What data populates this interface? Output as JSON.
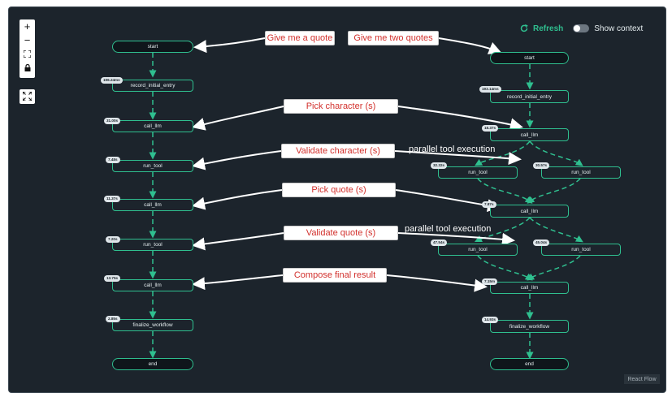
{
  "controls": {
    "zoom_in": "+",
    "zoom_out": "−",
    "fit_view": "fit-view-icon",
    "lock": "lock-icon",
    "fullscreen": "fullscreen-icon"
  },
  "header": {
    "refresh_label": "Refresh",
    "show_context_label": "Show context",
    "show_context_on": false
  },
  "attribution": "React Flow",
  "colors": {
    "accent": "#2fbf8f",
    "background": "#1c242c",
    "callout_text": "#d2302c"
  },
  "left_flow": [
    {
      "label": "start"
    },
    {
      "label": "record_initial_entry",
      "duration": "196.24ms"
    },
    {
      "label": "call_llm",
      "duration": "31.00s"
    },
    {
      "label": "run_tool",
      "duration": "7.48s"
    },
    {
      "label": "call_llm",
      "duration": "11.37s"
    },
    {
      "label": "run_tool",
      "duration": "7.20s"
    },
    {
      "label": "call_llm",
      "duration": "13.75s"
    },
    {
      "label": "finalize_workflow",
      "duration": "2.85s"
    },
    {
      "label": "end"
    }
  ],
  "right_flow": [
    {
      "label": "start"
    },
    {
      "label": "record_initial_entry",
      "duration": "193.14ms"
    },
    {
      "label": "call_llm",
      "duration": "18.37s"
    },
    {
      "label": "run_tool",
      "duration": "32.32s"
    },
    {
      "label": "run_tool",
      "duration": "30.57s"
    },
    {
      "label": "call_llm",
      "duration": "7.87s"
    },
    {
      "label": "run_tool",
      "duration": "47.54s"
    },
    {
      "label": "run_tool",
      "duration": "45.04s"
    },
    {
      "label": "call_llm",
      "duration": "7.15m"
    },
    {
      "label": "finalize_workflow",
      "duration": "14.93s"
    },
    {
      "label": "end"
    }
  ],
  "callouts": {
    "give_one": "Give me a quote",
    "give_two": "Give me two quotes",
    "pick_character": "Pick character (s)",
    "validate_character": "Validate character (s)",
    "pick_quote": "Pick quote (s)",
    "validate_quote": "Validate quote (s)",
    "compose": "Compose final result"
  },
  "annotations": {
    "parallel_1": "parallel tool execution",
    "parallel_2": "parallel tool execution"
  }
}
